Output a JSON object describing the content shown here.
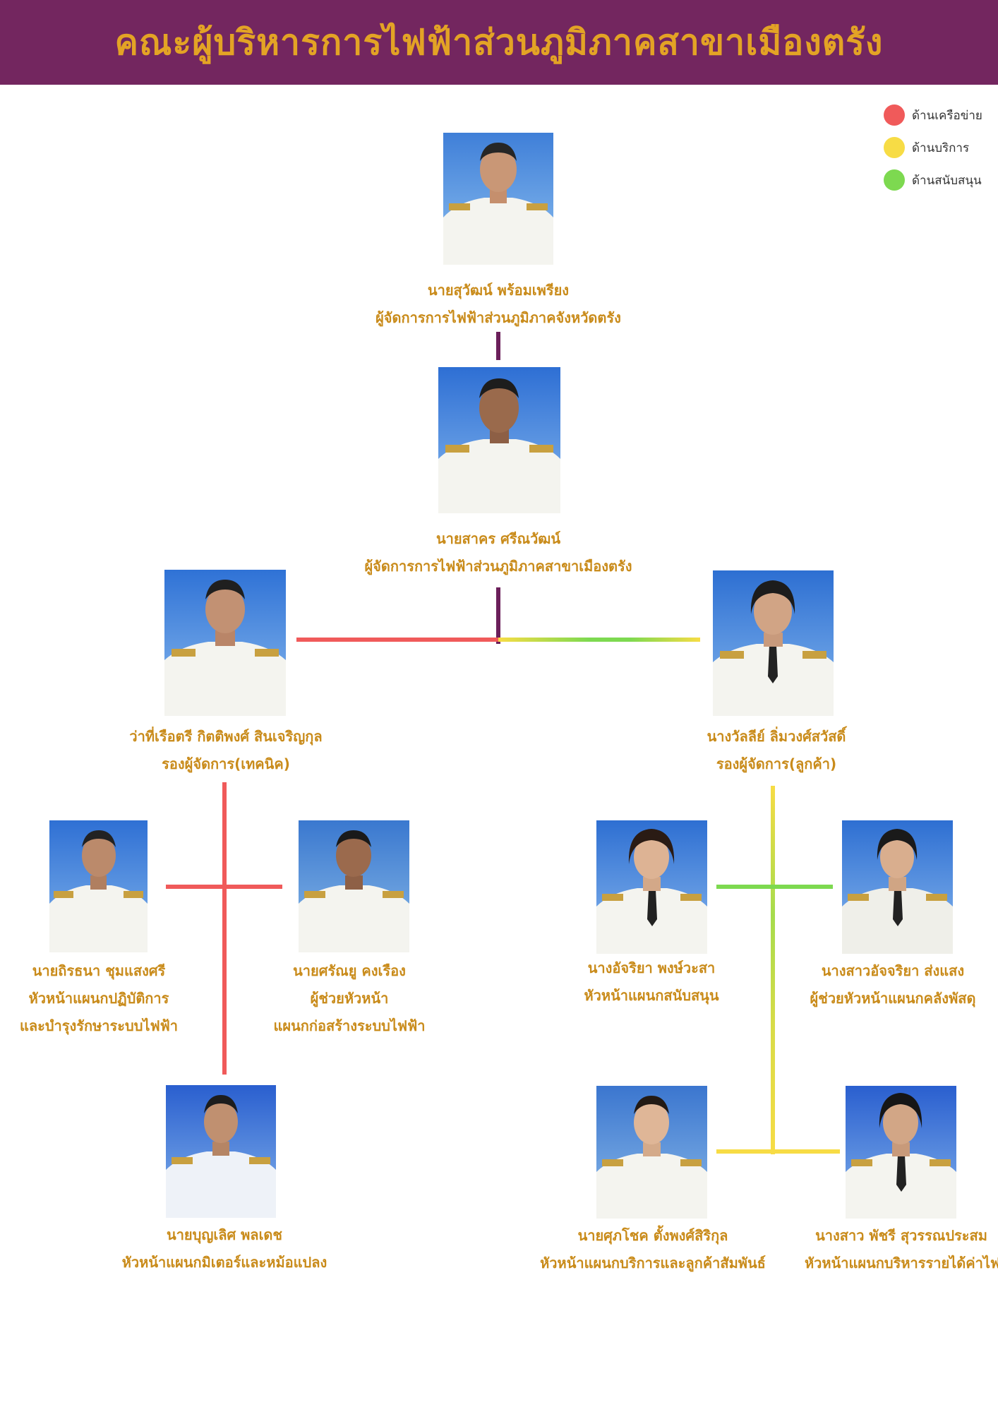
{
  "title": "คณะผู้บริหารการไฟฟ้าส่วนภูมิภาคสาขาเมืองตรัง",
  "colors": {
    "header_bg": "#73265f",
    "title_text": "#e3a325",
    "caption_text": "#c98b1a",
    "network": "#f05a5a",
    "service": "#f7dc45",
    "support": "#7dd950",
    "main_line": "#6b1f5a"
  },
  "legend": [
    {
      "label": "ด้านเครือข่าย",
      "color": "#f05a5a"
    },
    {
      "label": "ด้านบริการ",
      "color": "#f7dc45"
    },
    {
      "label": "ด้านสนับสนุน",
      "color": "#7dd950"
    }
  ],
  "people": {
    "provincial_manager": {
      "name": "นายสุวัฒน์ พร้อมเพรียง",
      "title": "ผู้จัดการการไฟฟ้าส่วนภูมิภาคจังหวัดตรัง"
    },
    "branch_manager": {
      "name": "นายสาคร ศรีณวัฒน์",
      "title": "ผู้จัดการการไฟฟ้าส่วนภูมิภาคสาขาเมืองตรัง"
    },
    "deputy_technical": {
      "name": "ว่าที่เรือตรี กิตติพงศ์ สินเจริญกุล",
      "title": "รองผู้จัดการ(เทคนิค)"
    },
    "deputy_customer": {
      "name": "นางวัลลีย์ ลิ่มวงศ์สวัสดิ์",
      "title": "รองผู้จัดการ(ลูกค้า)"
    },
    "operations_head": {
      "name": "นายถิรธนา ชุมแสงศรี",
      "title": "หัวหน้าแผนกปฏิบัติการ",
      "title2": "และบำรุงรักษาระบบไฟฟ้า"
    },
    "construction_assistant": {
      "name": "นายศรัณยู คงเรือง",
      "title": "ผู้ช่วยหัวหน้า",
      "title2": "แผนกก่อสร้างระบบไฟฟ้า"
    },
    "meter_head": {
      "name": "นายบุญเลิศ พลเดช",
      "title": "หัวหน้าแผนกมิเตอร์และหม้อแปลง"
    },
    "support_head": {
      "name": "นางอัจริยา พงษ์วะสา",
      "title": "หัวหน้าแผนกสนับสนุน"
    },
    "warehouse_assistant": {
      "name": "นางสาวอัจจริยา ส่งแสง",
      "title": "ผู้ช่วยหัวหน้าแผนกคลังพัสดุ"
    },
    "customer_service_head": {
      "name": "นายศุภโชค ตั้งพงศ์สิริกุล",
      "title": "หัวหน้าแผนกบริการและลูกค้าสัมพันธ์"
    },
    "revenue_head": {
      "name": "นางสาว พัชรี สุวรรณประสม",
      "title": "หัวหน้าแผนกบริหารรายได้ค่าไฟฟ้า"
    }
  }
}
